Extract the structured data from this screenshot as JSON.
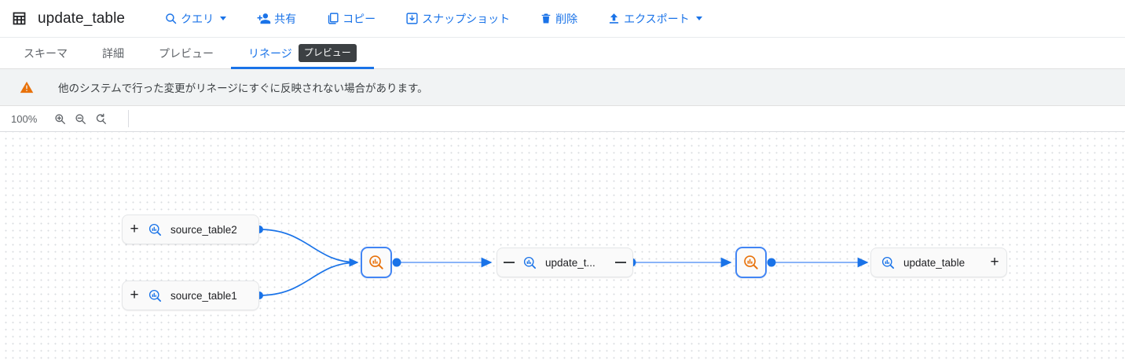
{
  "header": {
    "icon": "table-grid-icon",
    "title": "update_table",
    "actions": [
      {
        "id": "query",
        "label": "クエリ",
        "icon": "search-icon",
        "caret": true
      },
      {
        "id": "share",
        "label": "共有",
        "icon": "person-add-icon",
        "caret": false
      },
      {
        "id": "copy",
        "label": "コピー",
        "icon": "copy-icon",
        "caret": false
      },
      {
        "id": "snapshot",
        "label": "スナップショット",
        "icon": "snapshot-icon",
        "caret": false
      },
      {
        "id": "delete",
        "label": "削除",
        "icon": "trash-icon",
        "caret": false
      },
      {
        "id": "export",
        "label": "エクスポート",
        "icon": "upload-icon",
        "caret": true
      }
    ]
  },
  "tabs": {
    "items": [
      {
        "id": "schema",
        "label": "スキーマ",
        "active": false,
        "badge": null
      },
      {
        "id": "details",
        "label": "詳細",
        "active": false,
        "badge": null
      },
      {
        "id": "preview",
        "label": "プレビュー",
        "active": false,
        "badge": null
      },
      {
        "id": "lineage",
        "label": "リネージ",
        "active": true,
        "badge": "プレビュー"
      }
    ]
  },
  "banner": {
    "icon": "warning-triangle-icon",
    "text": "他のシステムで行った変更がリネージにすぐに反映されない場合があります。"
  },
  "zoombar": {
    "level": "100%",
    "buttons": [
      {
        "id": "zoom-in",
        "icon": "zoom-in-icon"
      },
      {
        "id": "zoom-out",
        "icon": "zoom-out-icon"
      },
      {
        "id": "zoom-reset",
        "icon": "zoom-reset-icon"
      }
    ]
  },
  "graph": {
    "accent_blue": "#1a73e8",
    "edge_color": "#8ab4f8",
    "process_orange": "#e8710a",
    "nodes": [
      {
        "id": "source_table2",
        "type": "table",
        "label": "source_table2",
        "left_toggle": "+",
        "right_toggle": null,
        "icon": "bigquery-table-icon"
      },
      {
        "id": "source_table1",
        "type": "table",
        "label": "source_table1",
        "left_toggle": "+",
        "right_toggle": null,
        "icon": "bigquery-table-icon"
      },
      {
        "id": "process_1",
        "type": "process",
        "label": "",
        "left_toggle": null,
        "right_toggle": null,
        "icon": "bigquery-job-icon"
      },
      {
        "id": "update_t_mid",
        "type": "table",
        "label": "update_t...",
        "left_toggle": "−",
        "right_toggle": "−",
        "icon": "bigquery-table-icon"
      },
      {
        "id": "process_2",
        "type": "process",
        "label": "",
        "left_toggle": null,
        "right_toggle": null,
        "icon": "bigquery-job-icon"
      },
      {
        "id": "update_table",
        "type": "table",
        "label": "update_table",
        "left_toggle": null,
        "right_toggle": "+",
        "icon": "bigquery-table-icon"
      }
    ]
  }
}
